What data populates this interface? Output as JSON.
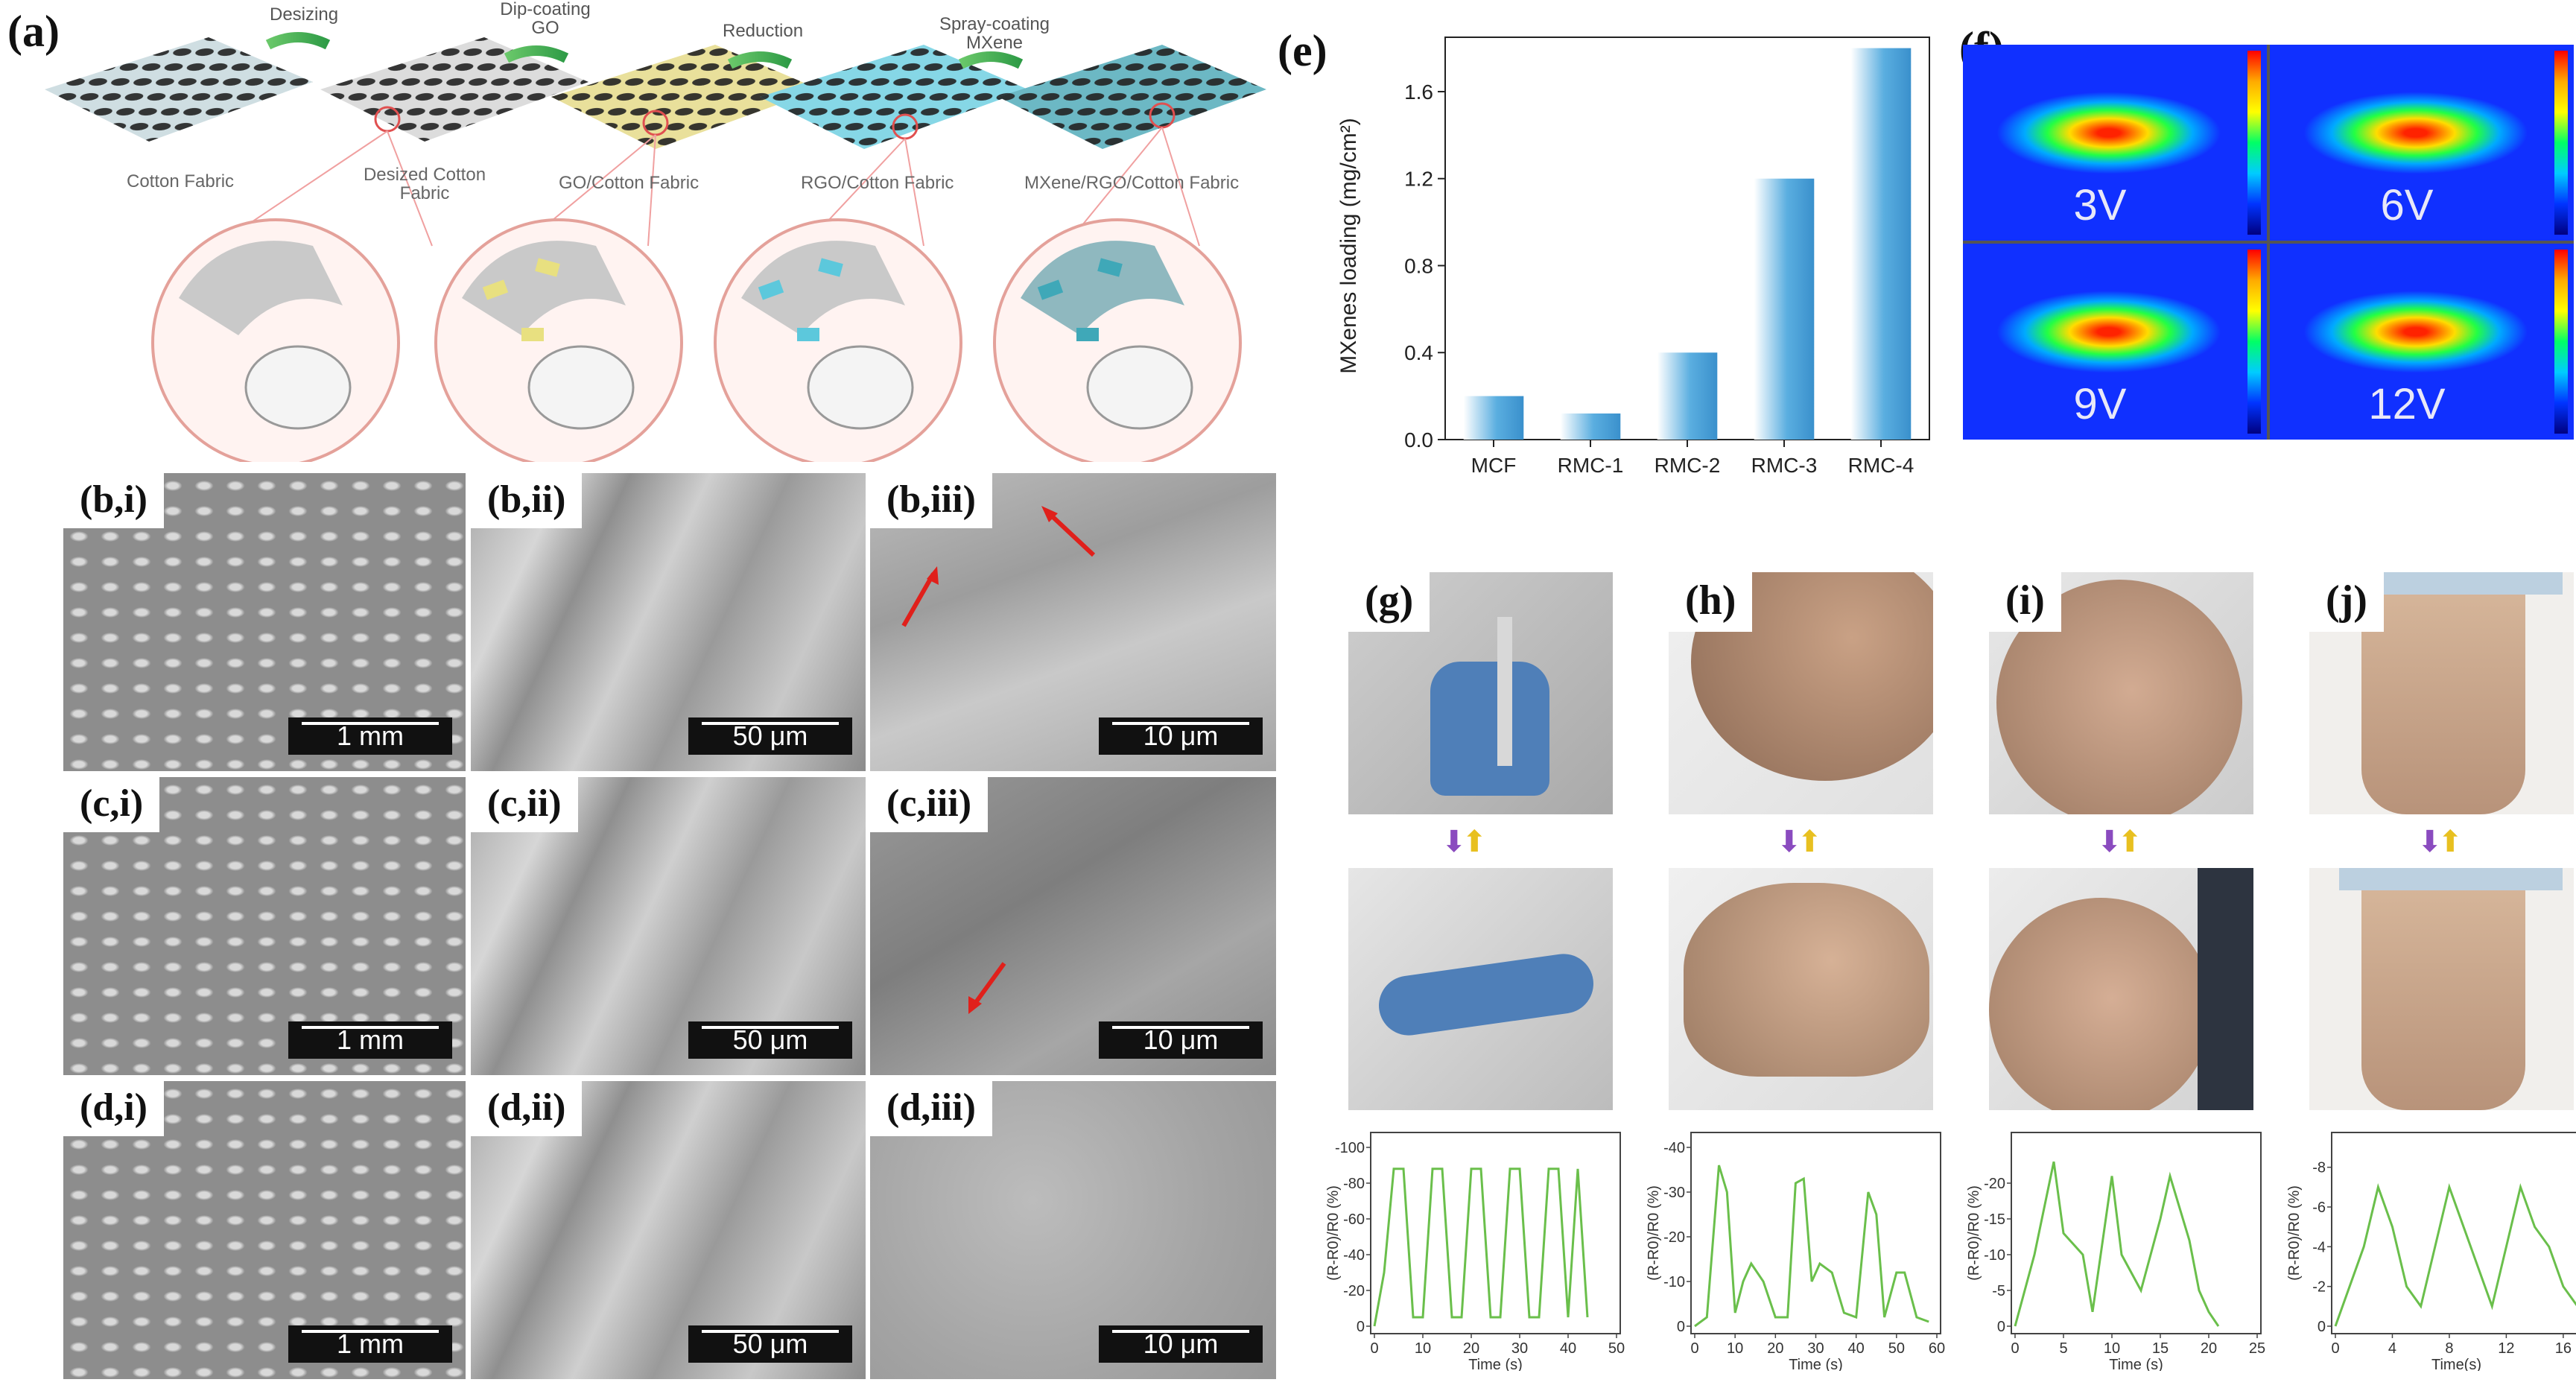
{
  "figure": {
    "panel_a": {
      "label": "(a)",
      "steps": [
        "Desizing",
        "Dip-coating\nGO",
        "Reduction",
        "Spray-coating\nMXene"
      ],
      "fabrics": [
        "Cotton Fabric",
        "Desized Cotton\nFabric",
        "GO/Cotton Fabric",
        "RGO/Cotton Fabric",
        "MXene/RGO/Cotton Fabric"
      ]
    },
    "sem_panels": [
      {
        "label": "(b,i)",
        "scale": "1 mm"
      },
      {
        "label": "(b,ii)",
        "scale": "50 μm"
      },
      {
        "label": "(b,iii)",
        "scale": "10 μm"
      },
      {
        "label": "(c,i)",
        "scale": "1 mm"
      },
      {
        "label": "(c,ii)",
        "scale": "50 μm"
      },
      {
        "label": "(c,iii)",
        "scale": "10 μm"
      },
      {
        "label": "(d,i)",
        "scale": "1 mm"
      },
      {
        "label": "(d,ii)",
        "scale": "50 μm"
      },
      {
        "label": "(d,iii)",
        "scale": "10 μm"
      }
    ],
    "panel_e": {
      "label": "(e)"
    },
    "panel_f": {
      "label": "(f)",
      "voltages": [
        "3V",
        "6V",
        "9V",
        "12V"
      ]
    },
    "photo_panels": [
      {
        "label": "(g)"
      },
      {
        "label": "(h)"
      },
      {
        "label": "(i)"
      },
      {
        "label": "(j)"
      }
    ],
    "small_plots": [
      {
        "xlabel": "Time (s)",
        "xticks": [
          "0",
          "10",
          "20",
          "30",
          "40",
          "50"
        ],
        "yticks": [
          "-100",
          "-80",
          "-60",
          "-40",
          "-20",
          "0"
        ]
      },
      {
        "xlabel": "Time (s)",
        "xticks": [
          "0",
          "10",
          "20",
          "30",
          "40",
          "50",
          "60"
        ],
        "yticks": [
          "-40",
          "-30",
          "-20",
          "-10",
          "0"
        ]
      },
      {
        "xlabel": "Time (s)",
        "xticks": [
          "0",
          "5",
          "10",
          "15",
          "20",
          "25"
        ],
        "yticks": [
          "-20",
          "-15",
          "-10",
          "-5",
          "0"
        ]
      },
      {
        "xlabel": "Time(s)",
        "xticks": [
          "0",
          "4",
          "8",
          "12",
          "16"
        ],
        "yticks": [
          "-8",
          "-6",
          "-4",
          "-2",
          "0"
        ]
      }
    ],
    "colors": {
      "bar_fill": "#5aaee0",
      "trace": "#6abf4b",
      "red_arrow": "#e0201b"
    }
  },
  "chart_data": [
    {
      "type": "bar",
      "categories": [
        "MCF",
        "RMC-1",
        "RMC-2",
        "RMC-3",
        "RMC-4"
      ],
      "values": [
        0.2,
        0.12,
        0.4,
        1.2,
        1.8
      ],
      "title": "",
      "xlabel": "",
      "ylabel": "MXenes loading (mg/cm²)",
      "ylim": [
        0,
        1.85
      ],
      "yticks": [
        0.0,
        0.4,
        0.8,
        1.2,
        1.6
      ]
    },
    {
      "type": "line",
      "x": [
        0,
        2,
        4,
        6,
        8,
        10,
        12,
        14,
        16,
        18,
        20,
        22,
        24,
        26,
        28,
        30,
        32,
        34,
        36,
        38,
        40,
        42,
        44
      ],
      "values": [
        0,
        -30,
        -88,
        -88,
        -5,
        -5,
        -88,
        -88,
        -5,
        -5,
        -88,
        -88,
        -5,
        -5,
        -88,
        -88,
        -5,
        -5,
        -88,
        -88,
        -5,
        -88,
        -5
      ],
      "xlabel": "Time (s)",
      "ylabel": "(R-R0)/R0 (%)",
      "xlim": [
        0,
        50
      ],
      "ylim": [
        -100,
        0
      ]
    },
    {
      "type": "line",
      "x": [
        0,
        3,
        6,
        8,
        10,
        12,
        14,
        17,
        20,
        23,
        25,
        27,
        29,
        31,
        34,
        37,
        40,
        43,
        45,
        47,
        50,
        52,
        55,
        58
      ],
      "values": [
        0,
        -2,
        -36,
        -30,
        -3,
        -10,
        -14,
        -10,
        -2,
        -2,
        -32,
        -33,
        -10,
        -14,
        -12,
        -3,
        -2,
        -30,
        -25,
        -2,
        -12,
        -12,
        -2,
        -1
      ],
      "xlabel": "Time (s)",
      "ylabel": "(R-R0)/R0 (%)",
      "xlim": [
        0,
        60
      ],
      "ylim": [
        -40,
        0
      ]
    },
    {
      "type": "line",
      "x": [
        0,
        2,
        4,
        5,
        7,
        8,
        10,
        11,
        13,
        15,
        16,
        18,
        19,
        20,
        21
      ],
      "values": [
        0,
        -10,
        -23,
        -13,
        -10,
        -2,
        -21,
        -10,
        -5,
        -15,
        -21,
        -12,
        -5,
        -2,
        0
      ],
      "xlabel": "Time (s)",
      "ylabel": "(R-R0)/R0 (%)",
      "xlim": [
        0,
        25
      ],
      "ylim": [
        -25,
        0
      ]
    },
    {
      "type": "line",
      "x": [
        0,
        2,
        3,
        4,
        5,
        6,
        7,
        8,
        9,
        10,
        11,
        12,
        13,
        14,
        15,
        16,
        17
      ],
      "values": [
        0,
        -4,
        -7,
        -5,
        -2,
        -1,
        -4,
        -7,
        -5,
        -3,
        -1,
        -4,
        -7,
        -5,
        -4,
        -2,
        -1
      ],
      "xlabel": "Time(s)",
      "ylabel": "(R-R0)/R0 (%)",
      "xlim": [
        0,
        17
      ],
      "ylim": [
        -9,
        0
      ]
    }
  ]
}
